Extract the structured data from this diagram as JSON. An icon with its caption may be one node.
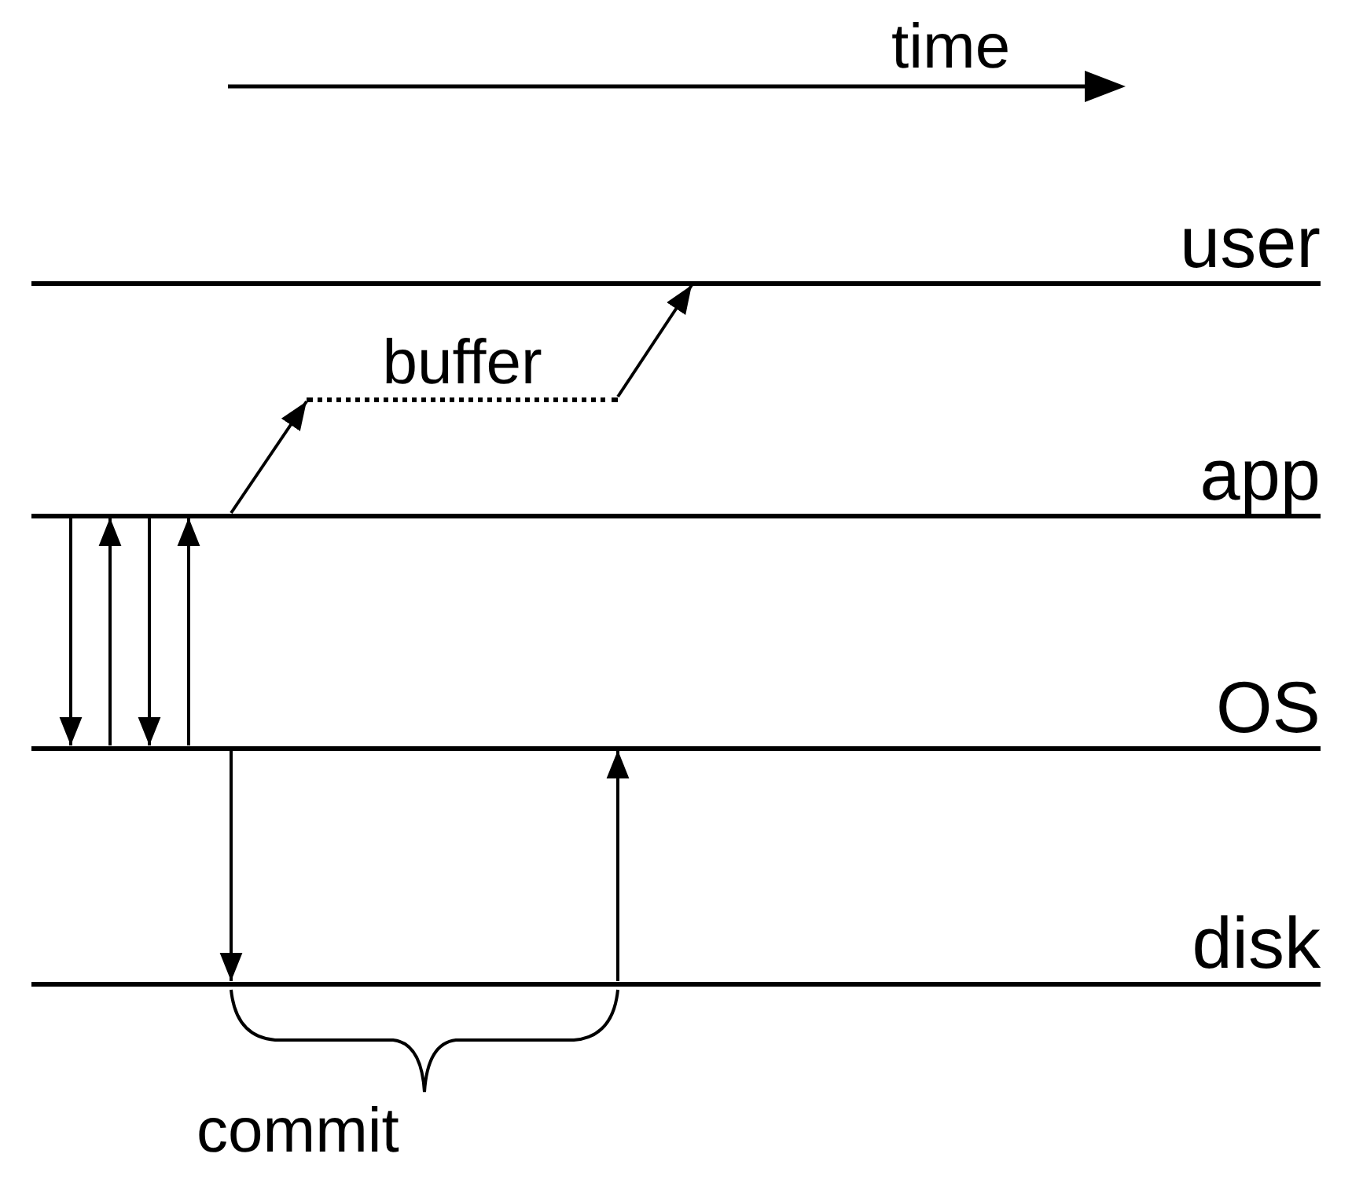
{
  "diagram": {
    "nodes": [
      {
        "text": [
          "user"
        ]
      },
      {
        "text": [
          "app"
        ]
      },
      {
        "text": [
          "OS"
        ]
      },
      {
        "text": [
          "disk"
        ]
      },
      {
        "text": [
          "buffer"
        ]
      }
    ],
    "edges": [
      {
        "from": 1,
        "to": 2,
        "arrow": "to"
      },
      {
        "from": 2,
        "to": 1,
        "arrow": "to"
      },
      {
        "from": 1,
        "to": 2,
        "arrow": "to"
      },
      {
        "from": 2,
        "to": 1,
        "arrow": "to"
      },
      {
        "from": 1,
        "to": 4,
        "arrow": "to"
      },
      {
        "from": 4,
        "to": 0,
        "arrow": "to"
      },
      {
        "from": 2,
        "to": 3,
        "arrow": "to"
      },
      {
        "from": 3,
        "to": 2,
        "arrow": "to"
      }
    ],
    "labels": [
      "time",
      "commit"
    ]
  }
}
